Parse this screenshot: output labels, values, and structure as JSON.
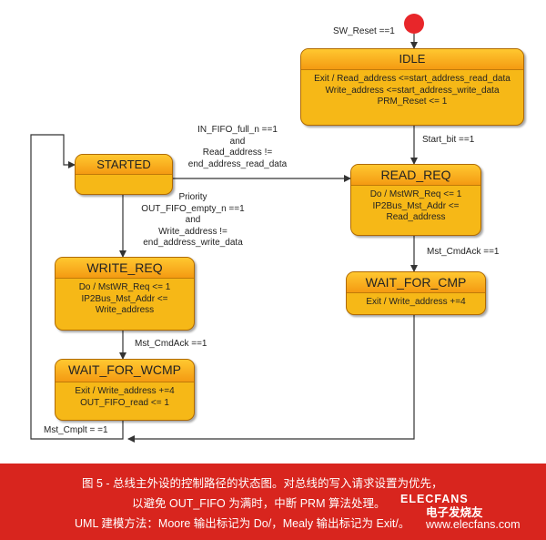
{
  "states": {
    "idle": {
      "title": "IDLE",
      "lines": [
        "Exit / Read_address <=start_address_read_data",
        "Write_address <=start_address_write_data",
        "PRM_Reset <= 1"
      ]
    },
    "started": {
      "title": "STARTED"
    },
    "read_req": {
      "title": "READ_REQ",
      "lines": [
        "Do / MstWR_Req <= 1",
        "IP2Bus_Mst_Addr <=",
        "Read_address"
      ]
    },
    "wait_for_cmp": {
      "title": "WAIT_FOR_CMP",
      "lines": [
        "Exit / Write_address +=4"
      ]
    },
    "write_req": {
      "title": "WRITE_REQ",
      "lines": [
        "Do / MstWR_Req <= 1",
        "IP2Bus_Mst_Addr <=",
        "Write_address"
      ]
    },
    "wait_for_wcmp": {
      "title": "WAIT_FOR_WCMP",
      "lines": [
        "Exit / Write_address +=4",
        "OUT_FIFO_read <= 1"
      ]
    }
  },
  "transitions": {
    "sw_reset": "SW_Reset ==1",
    "start_bit": "Start_bit ==1",
    "in_fifo": [
      "IN_FIFO_full_n ==1",
      "and",
      "Read_address !=",
      "end_address_read_data"
    ],
    "out_fifo": [
      "Priority",
      "OUT_FIFO_empty_n ==1",
      "and",
      "Write_address !=",
      "end_address_write_data"
    ],
    "mst_cmdack_read": "Mst_CmdAck ==1",
    "mst_cmdack_write": "Mst_CmdAck ==1",
    "mst_cmplt": "Mst_Cmplt = =1"
  },
  "caption": {
    "line1": "图 5 - 总线主外设的控制路径的状态图。对总线的写入请求设置为优先，",
    "line2": "以避免 OUT_FIFO 为满时，中断 PRM 算法处理。",
    "line3": "UML 建模方法：Moore 输出标记为 Do/，Mealy 输出标记为 Exit/。"
  },
  "watermark": {
    "logo_text": "ELECFANS",
    "brand": "电子发烧友",
    "url": "www.elecfans.com"
  },
  "colors": {
    "state_fill": "#f6b817",
    "state_border": "#b06a00",
    "initial_dot": "#e8262a",
    "caption_bg": "#d8251e"
  }
}
